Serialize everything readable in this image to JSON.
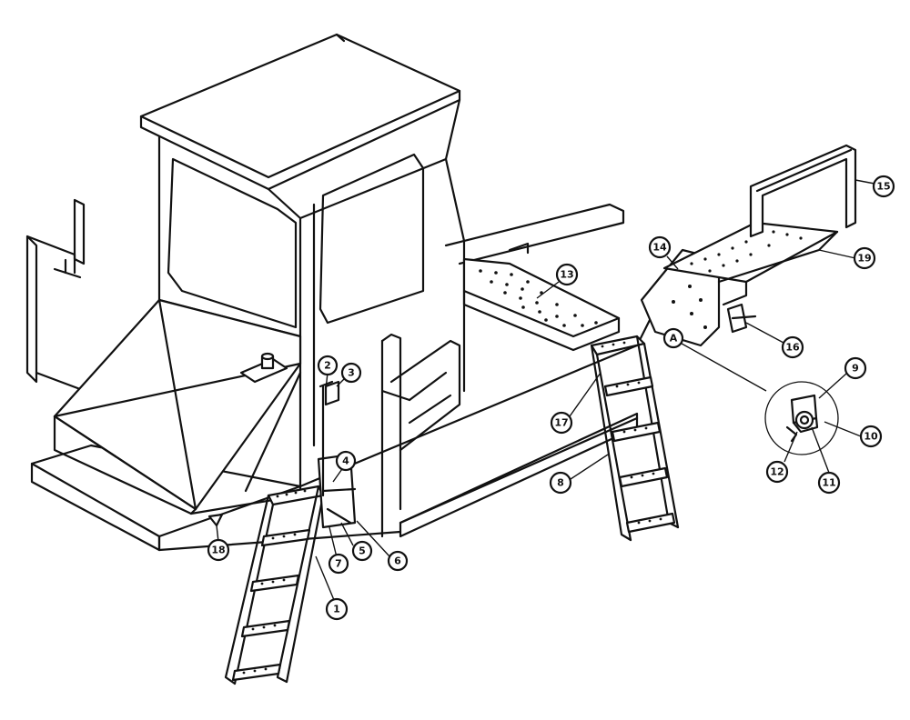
{
  "diagram": {
    "callouts": [
      {
        "id": "c1",
        "label": "1"
      },
      {
        "id": "c2",
        "label": "2"
      },
      {
        "id": "c3",
        "label": "3"
      },
      {
        "id": "c4",
        "label": "4"
      },
      {
        "id": "c5",
        "label": "5"
      },
      {
        "id": "c6",
        "label": "6"
      },
      {
        "id": "c7",
        "label": "7"
      },
      {
        "id": "c8",
        "label": "8"
      },
      {
        "id": "c9",
        "label": "9"
      },
      {
        "id": "c10",
        "label": "10"
      },
      {
        "id": "c11",
        "label": "11"
      },
      {
        "id": "c12",
        "label": "12"
      },
      {
        "id": "c13",
        "label": "13"
      },
      {
        "id": "c14",
        "label": "14"
      },
      {
        "id": "c15",
        "label": "15"
      },
      {
        "id": "c16",
        "label": "16"
      },
      {
        "id": "c17",
        "label": "17"
      },
      {
        "id": "c18",
        "label": "18"
      },
      {
        "id": "c19",
        "label": "19"
      },
      {
        "id": "cA",
        "label": "A"
      }
    ]
  }
}
